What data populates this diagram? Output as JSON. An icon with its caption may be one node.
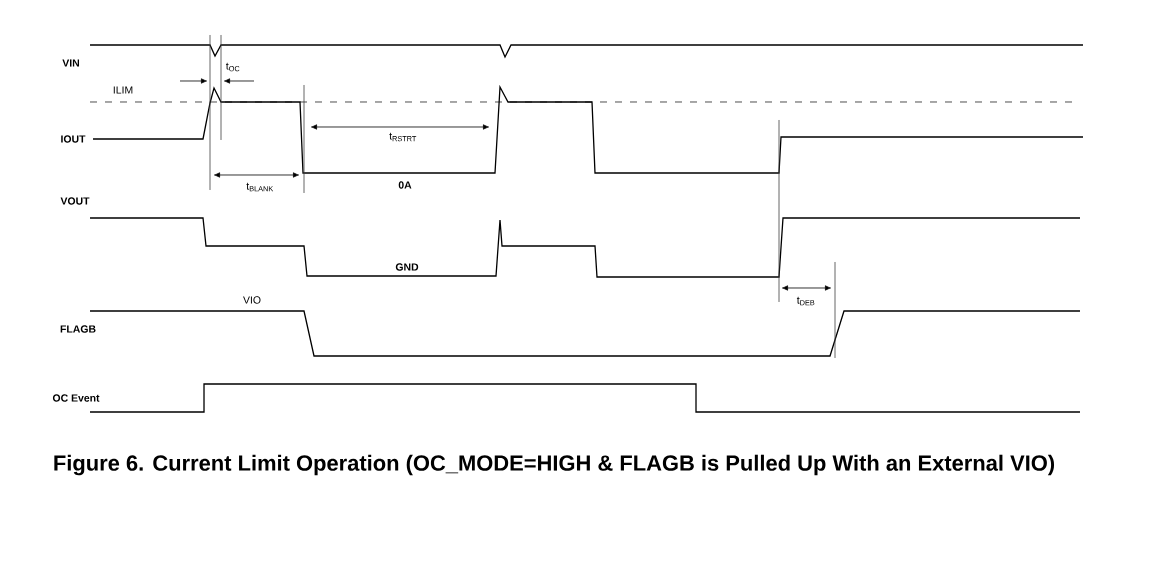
{
  "diagram": {
    "caption": "Figure 6. Current Limit Operation (OC_MODE=HIGH & FLAGB is Pulled Up With an External VIO)",
    "labels": [
      "VIN",
      "t$_{OC}$",
      "ILIM",
      "IOUT",
      "t$_{RSTRT}$",
      "t$_{BLANK}$",
      "0A",
      "VOUT",
      "GND",
      "VIO",
      "t$_{DEB}$",
      "FLAGB",
      "OC Event"
    ]
  }
}
